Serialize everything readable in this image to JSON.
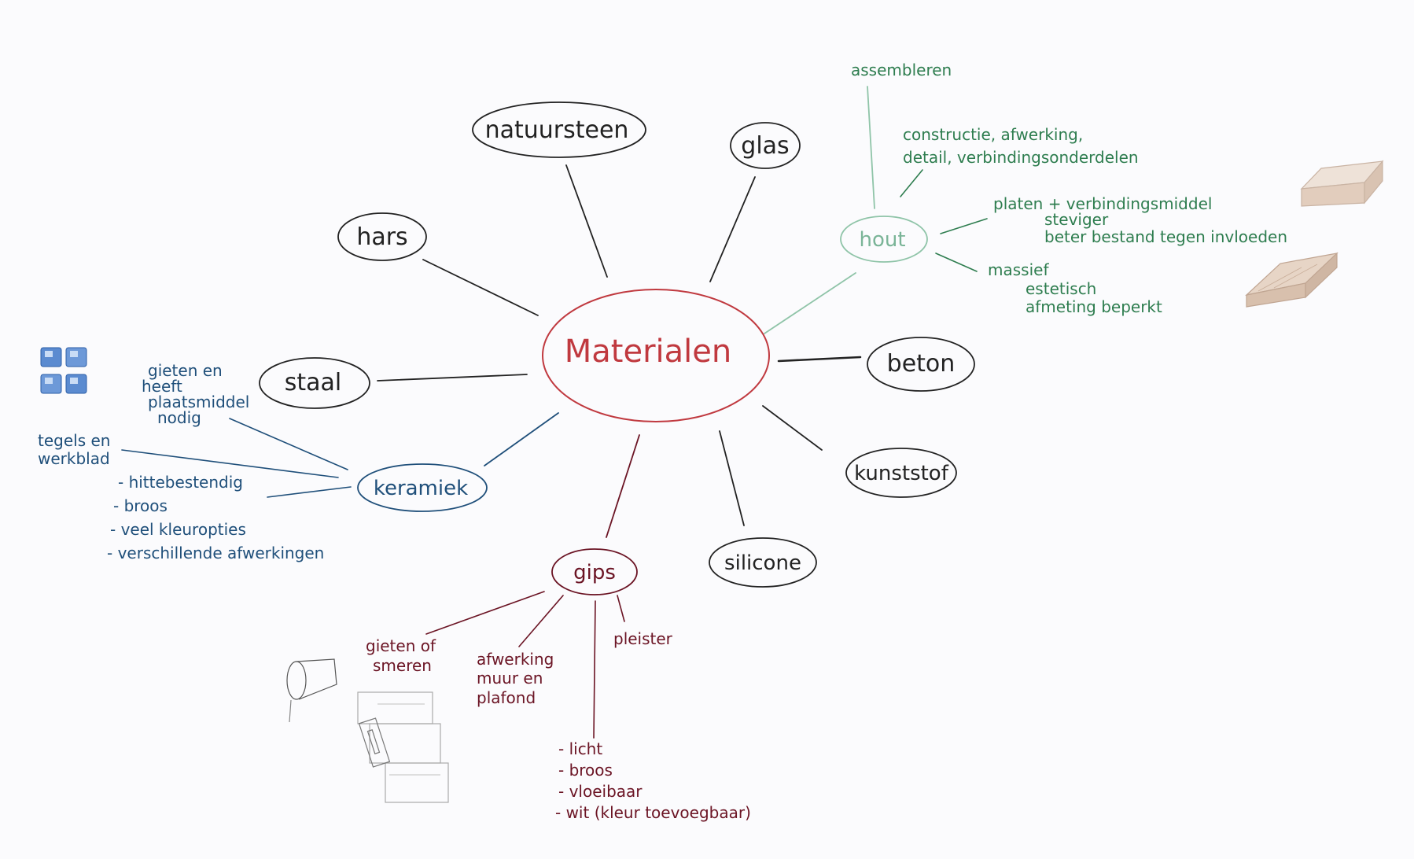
{
  "center": {
    "label": "Materialen",
    "color": "#c0393f"
  },
  "colors": {
    "black": "#222222",
    "green": "#2e7d4f",
    "green_light": "#8fc4a8",
    "blue": "#1f4f7a",
    "maroon": "#6b1424"
  },
  "nodes": {
    "natuursteen": "natuursteen",
    "glas": "glas",
    "hars": "hars",
    "hout": "hout",
    "beton": "beton",
    "staal": "staal",
    "keramiek": "keramiek",
    "kunststof": "kunststof",
    "silicone": "silicone",
    "gips": "gips"
  },
  "hout_notes": {
    "assembleren": "assembleren",
    "constructie_1": "constructie, afwerking,",
    "constructie_2": "detail, verbindingsonderdelen",
    "platen_1": "platen + verbindingsmiddel",
    "platen_2": "steviger",
    "platen_3": "beter bestand tegen invloeden",
    "massief_1": "massief",
    "massief_2": "estetisch",
    "massief_3": "afmeting beperkt"
  },
  "keramiek_notes": {
    "gieten_1": "gieten en",
    "gieten_2": "heeft",
    "gieten_3": "plaatsmiddel",
    "gieten_4": "nodig",
    "tegels_1": "tegels en",
    "tegels_2": "werkblad",
    "props": [
      "- hittebestendig",
      "- broos",
      "- veel kleuropties",
      "- verschillende afwerkingen"
    ]
  },
  "gips_notes": {
    "gieten_1": "gieten of",
    "gieten_2": "smeren",
    "afwerking_1": "afwerking",
    "afwerking_2": "muur en",
    "afwerking_3": "plafond",
    "pleister": "pleister",
    "props": [
      "- licht",
      "- broos",
      "- vloeibaar",
      "- wit (kleur toevoegbaar)"
    ]
  },
  "sketches": {
    "tiles": "tiles-icon",
    "wood_plank_1": "wood-plank-icon",
    "wood_plank_2": "wood-plank-icon",
    "plaster_profile": "plaster-profile-icon"
  }
}
